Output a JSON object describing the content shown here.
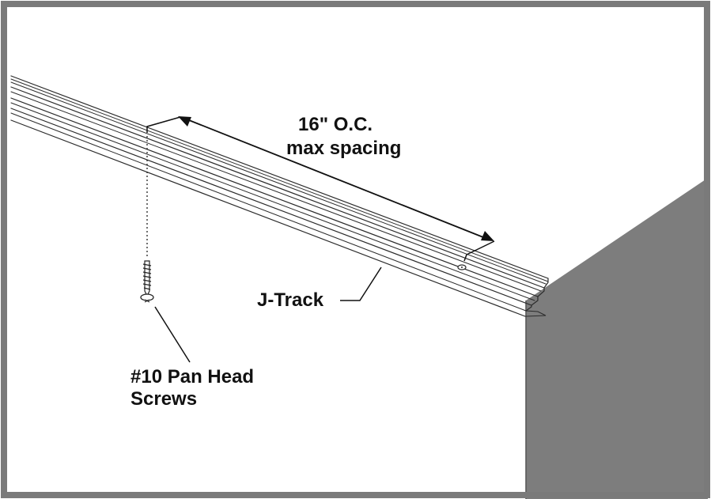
{
  "labels": {
    "spacing_line1": "16\" O.C.",
    "spacing_line2": "max spacing",
    "track": "J-Track",
    "screws_line1": "#10 Pan Head",
    "screws_line2": "Screws"
  },
  "colors": {
    "frame": "#7a7a7a",
    "wall_side": "#7d7d7d",
    "line": "#2b2b2b",
    "text": "#111111",
    "background": "#ffffff"
  }
}
